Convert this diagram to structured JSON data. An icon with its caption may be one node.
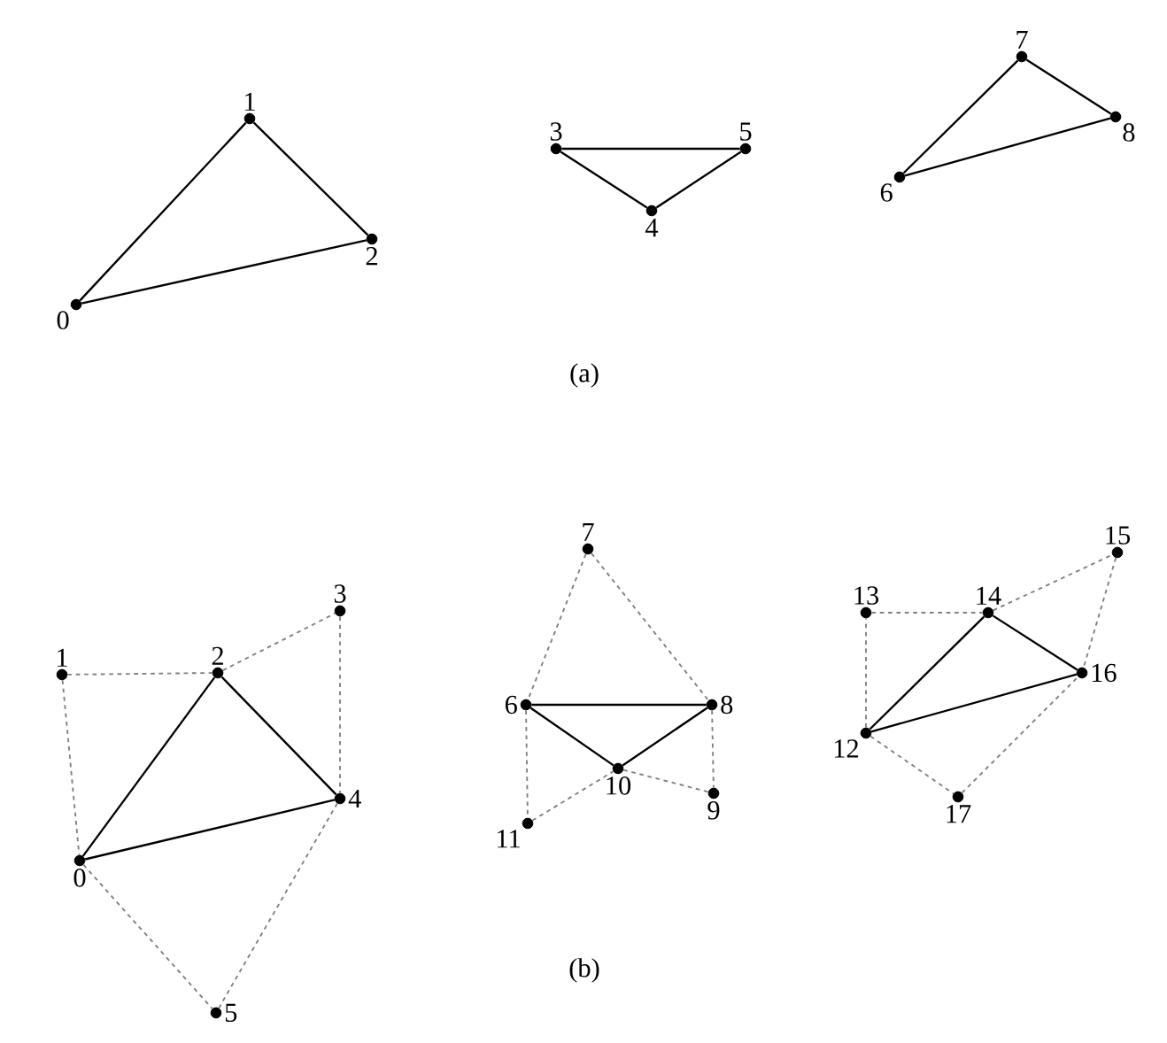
{
  "diagram": {
    "nodes": [
      {
        "text": [
          "0"
        ]
      },
      {
        "text": [
          "1"
        ]
      },
      {
        "text": [
          "2"
        ]
      },
      {
        "text": [
          "3"
        ]
      },
      {
        "text": [
          "4"
        ]
      },
      {
        "text": [
          "5"
        ]
      },
      {
        "text": [
          "6"
        ]
      },
      {
        "text": [
          "7"
        ]
      },
      {
        "text": [
          "8"
        ]
      },
      {
        "text": [
          "0"
        ]
      },
      {
        "text": [
          "1"
        ]
      },
      {
        "text": [
          "2"
        ]
      },
      {
        "text": [
          "3"
        ]
      },
      {
        "text": [
          "4"
        ]
      },
      {
        "text": [
          "5"
        ]
      },
      {
        "text": [
          "6"
        ]
      },
      {
        "text": [
          "7"
        ]
      },
      {
        "text": [
          "8"
        ]
      },
      {
        "text": [
          "9"
        ]
      },
      {
        "text": [
          "10"
        ]
      },
      {
        "text": [
          "11"
        ]
      },
      {
        "text": [
          "12"
        ]
      },
      {
        "text": [
          "13"
        ]
      },
      {
        "text": [
          "14"
        ]
      },
      {
        "text": [
          "15"
        ]
      },
      {
        "text": [
          "16"
        ]
      },
      {
        "text": [
          "17"
        ]
      }
    ],
    "edges": [
      {
        "from": 0,
        "to": 1,
        "arrow": "none"
      },
      {
        "from": 1,
        "to": 2,
        "arrow": "none"
      },
      {
        "from": 0,
        "to": 2,
        "arrow": "none"
      },
      {
        "from": 3,
        "to": 5,
        "arrow": "none"
      },
      {
        "from": 3,
        "to": 4,
        "arrow": "none"
      },
      {
        "from": 4,
        "to": 5,
        "arrow": "none"
      },
      {
        "from": 6,
        "to": 7,
        "arrow": "none"
      },
      {
        "from": 7,
        "to": 8,
        "arrow": "none"
      },
      {
        "from": 6,
        "to": 8,
        "arrow": "none"
      },
      {
        "from": 10,
        "to": 11,
        "arrow": "none",
        "style": "dashed",
        "color": "#808080"
      },
      {
        "from": 10,
        "to": 9,
        "arrow": "none",
        "style": "dashed",
        "color": "#808080"
      },
      {
        "from": 11,
        "to": 12,
        "arrow": "none",
        "style": "dashed",
        "color": "#808080"
      },
      {
        "from": 12,
        "to": 13,
        "arrow": "none",
        "style": "dashed",
        "color": "#808080"
      },
      {
        "from": 9,
        "to": 11,
        "arrow": "none"
      },
      {
        "from": 11,
        "to": 13,
        "arrow": "none"
      },
      {
        "from": 9,
        "to": 13,
        "arrow": "none"
      },
      {
        "from": 13,
        "to": 14,
        "arrow": "none",
        "style": "dashed",
        "color": "#808080"
      },
      {
        "from": 9,
        "to": 14,
        "arrow": "none",
        "style": "dashed",
        "color": "#808080"
      },
      {
        "from": 16,
        "to": 15,
        "arrow": "none",
        "style": "dashed",
        "color": "#808080"
      },
      {
        "from": 16,
        "to": 17,
        "arrow": "none",
        "style": "dashed",
        "color": "#808080"
      },
      {
        "from": 15,
        "to": 17,
        "arrow": "none"
      },
      {
        "from": 15,
        "to": 19,
        "arrow": "none"
      },
      {
        "from": 19,
        "to": 17,
        "arrow": "none"
      },
      {
        "from": 15,
        "to": 20,
        "arrow": "none",
        "style": "dashed",
        "color": "#808080"
      },
      {
        "from": 20,
        "to": 19,
        "arrow": "none",
        "style": "dashed",
        "color": "#808080"
      },
      {
        "from": 19,
        "to": 18,
        "arrow": "none",
        "style": "dashed",
        "color": "#808080"
      },
      {
        "from": 17,
        "to": 18,
        "arrow": "none",
        "style": "dashed",
        "color": "#808080"
      },
      {
        "from": 21,
        "to": 22,
        "arrow": "none",
        "style": "dashed",
        "color": "#808080"
      },
      {
        "from": 22,
        "to": 23,
        "arrow": "none",
        "style": "dashed",
        "color": "#808080"
      },
      {
        "from": 21,
        "to": 23,
        "arrow": "none"
      },
      {
        "from": 23,
        "to": 25,
        "arrow": "none"
      },
      {
        "from": 21,
        "to": 25,
        "arrow": "none"
      },
      {
        "from": 23,
        "to": 24,
        "arrow": "none",
        "style": "dashed",
        "color": "#808080"
      },
      {
        "from": 24,
        "to": 25,
        "arrow": "none",
        "style": "dashed",
        "color": "#808080"
      },
      {
        "from": 21,
        "to": 26,
        "arrow": "none",
        "style": "dashed",
        "color": "#808080"
      },
      {
        "from": 26,
        "to": 25,
        "arrow": "none",
        "style": "dashed",
        "color": "#808080"
      }
    ],
    "labels": [
      "(a)",
      "(b)"
    ]
  }
}
